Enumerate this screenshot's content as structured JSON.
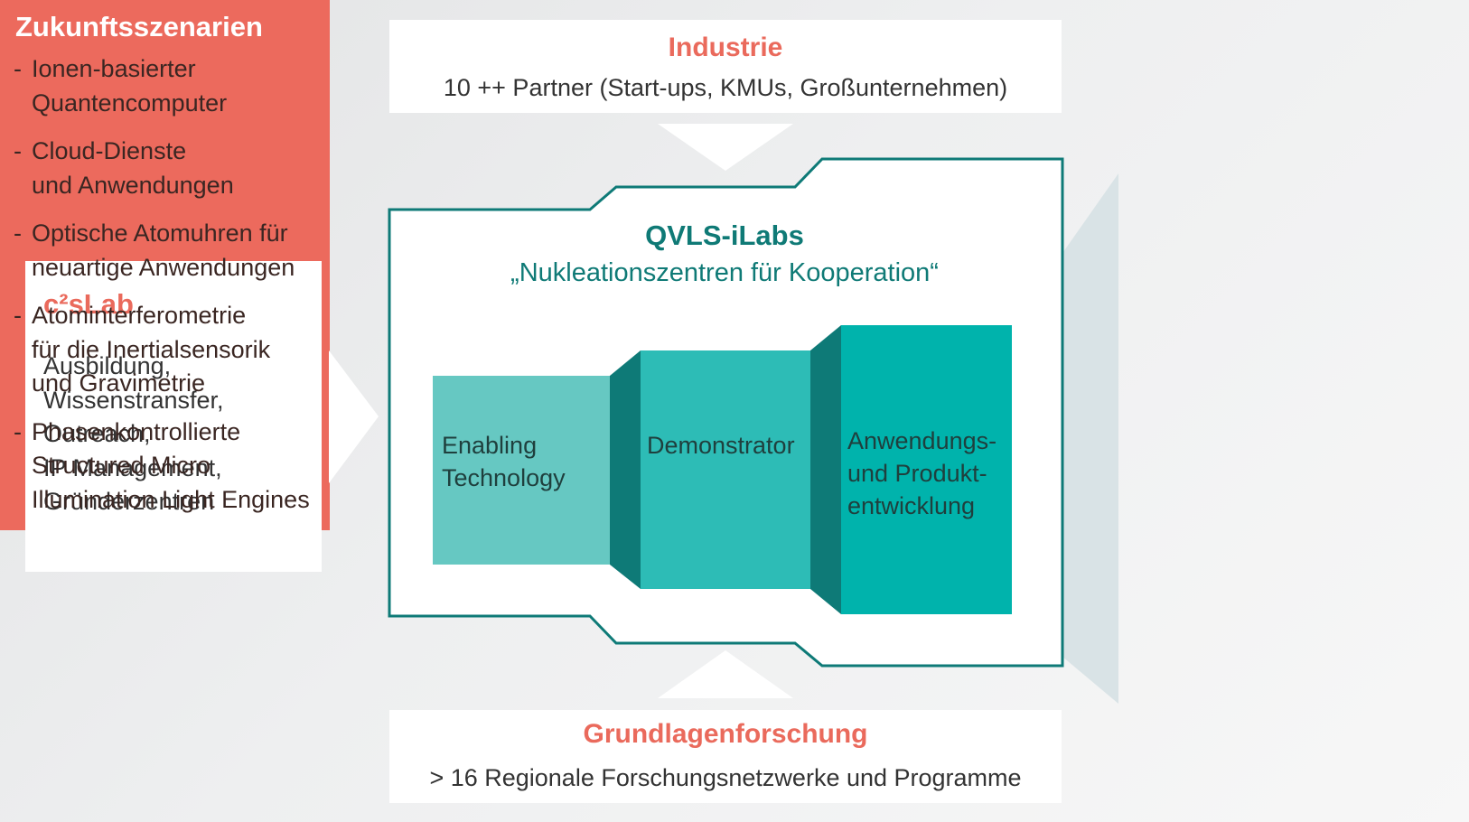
{
  "industrie": {
    "title": "Industrie",
    "subtitle": "10 ++ Partner (Start-ups, KMUs, Großunternehmen)"
  },
  "grundlagen": {
    "title": "Grundlagenforschung",
    "subtitle": "> 16 Regionale Forschungsnetzwerke und Programme"
  },
  "c2slab": {
    "title": "c²sLab",
    "lines": [
      "Ausbildung,",
      "Wissenstransfer,",
      "Outreach,",
      "IP Management,",
      "Gründerzentren"
    ]
  },
  "qvls": {
    "title": "QVLS-iLabs",
    "subtitle": "„Nukleationszentren für Kooperation“"
  },
  "stages": [
    {
      "lines": [
        "Enabling",
        "Technology"
      ]
    },
    {
      "lines": [
        "Demonstrator"
      ]
    },
    {
      "lines": [
        "Anwendungs-",
        "und Produkt-",
        "entwicklung"
      ]
    }
  ],
  "zukunft": {
    "title": "Zukunftsszenarien",
    "items": [
      {
        "lines": [
          "Ionen-basierter",
          "Quantencomputer"
        ]
      },
      {
        "lines": [
          "Cloud-Dienste",
          "und Anwendungen"
        ]
      },
      {
        "lines": [
          "Optische Atomuhren für",
          "neuartige Anwendungen"
        ]
      },
      {
        "lines": [
          "Atominterferometrie",
          "für  die Inertialsensorik",
          "und Gravimetrie"
        ]
      },
      {
        "lines": [
          "Phasenkontrollierte",
          "Structured Micro",
          "Illumination Light Engines"
        ]
      }
    ]
  },
  "colors": {
    "accent_red": "#ec6a5d",
    "teal_dark": "#0e7a77",
    "teal_light": "#66c8c2",
    "teal_mid": "#2dbcb6",
    "teal_bright": "#00b3ac"
  }
}
